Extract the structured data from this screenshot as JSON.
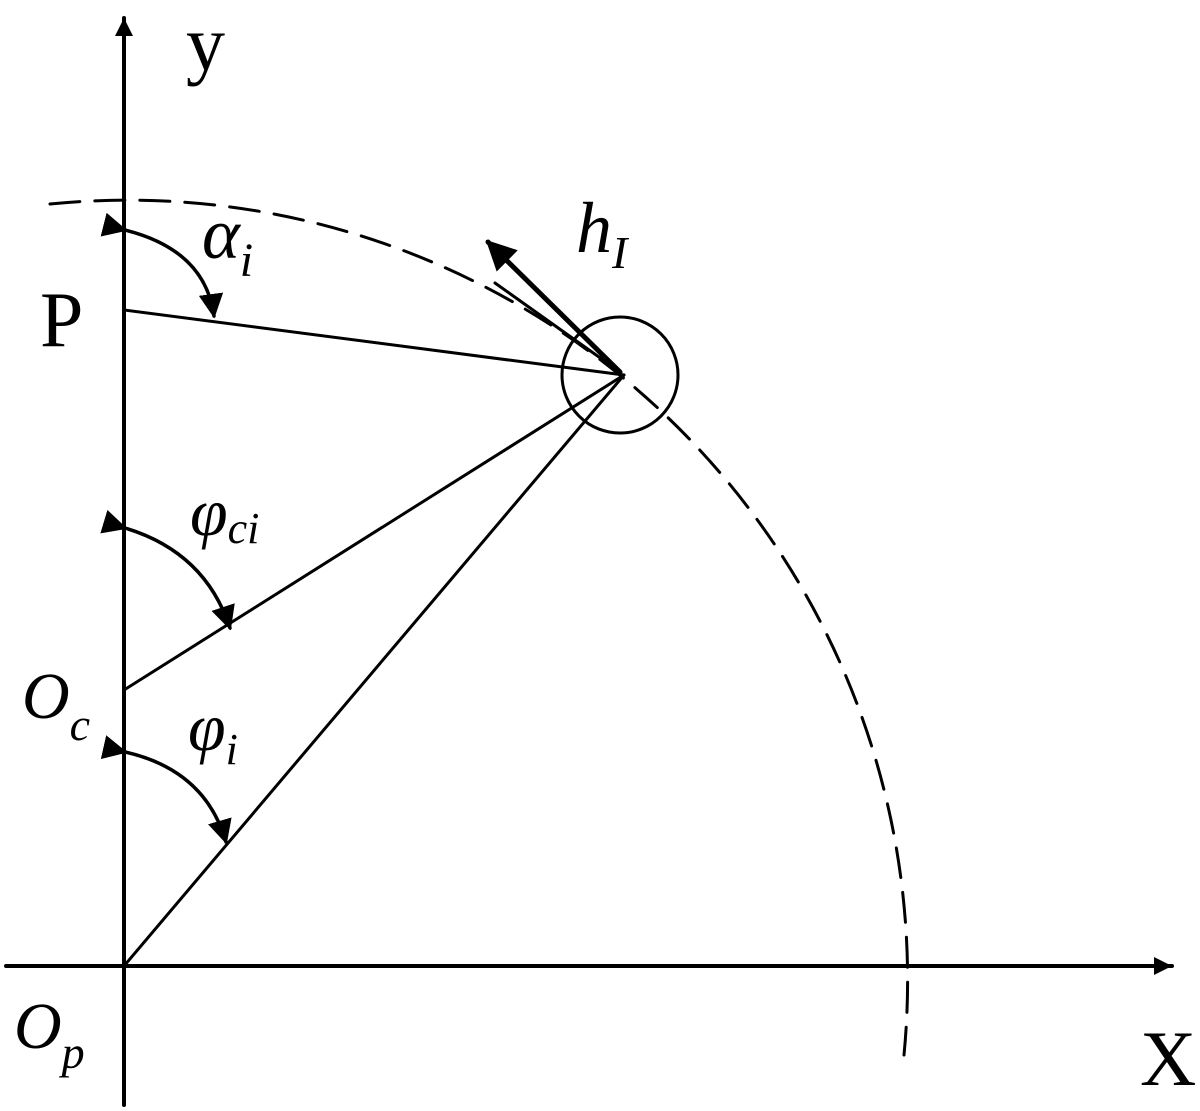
{
  "axes": {
    "y_label": "y",
    "x_label": "X"
  },
  "points": {
    "p_label": "P",
    "oc_main": "O",
    "oc_sub": "c",
    "op_main": "O",
    "op_sub": "p"
  },
  "angles": {
    "alpha_main": "α",
    "alpha_sub": "i",
    "phi_c_main": "φ",
    "phi_c_sub": "ci",
    "phi_main": "φ",
    "phi_sub": "i"
  },
  "vector": {
    "main": "h",
    "sub": "I"
  },
  "colors": {
    "stroke": "#000000",
    "background": "#ffffff"
  }
}
